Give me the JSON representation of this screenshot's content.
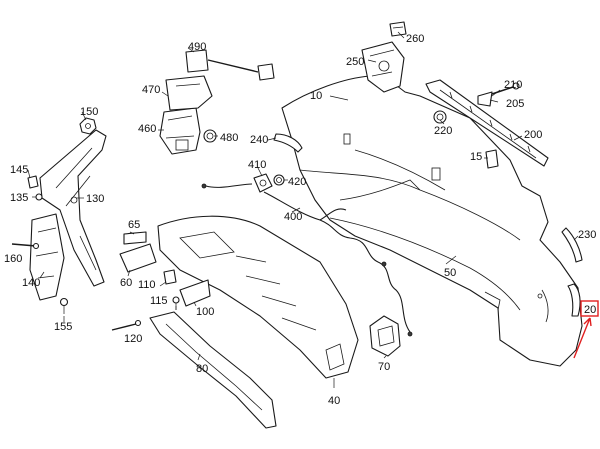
{
  "callouts": {
    "c10": "10",
    "c20": "20",
    "c40": "40",
    "c50": "50",
    "c60": "60",
    "c65": "65",
    "c70": "70",
    "c80": "80",
    "c100": "100",
    "c110": "110",
    "c115": "115",
    "c120": "120",
    "c130": "130",
    "c135": "135",
    "c140": "140",
    "c145": "145",
    "c150": "150",
    "c155": "155",
    "c160": "160",
    "c200": "200",
    "c205": "205",
    "c210": "210",
    "c220": "220",
    "c230": "230",
    "c240": "240",
    "c250": "250",
    "c260": "260",
    "c400": "400",
    "c410": "410",
    "c420": "420",
    "c460": "460",
    "c470": "470",
    "c480": "480",
    "c490": "490"
  },
  "highlight": {
    "callout": "20",
    "color": "#e02020"
  },
  "colors": {
    "line": "#1a1a1a",
    "background": "#ffffff",
    "highlight": "#e02020"
  }
}
